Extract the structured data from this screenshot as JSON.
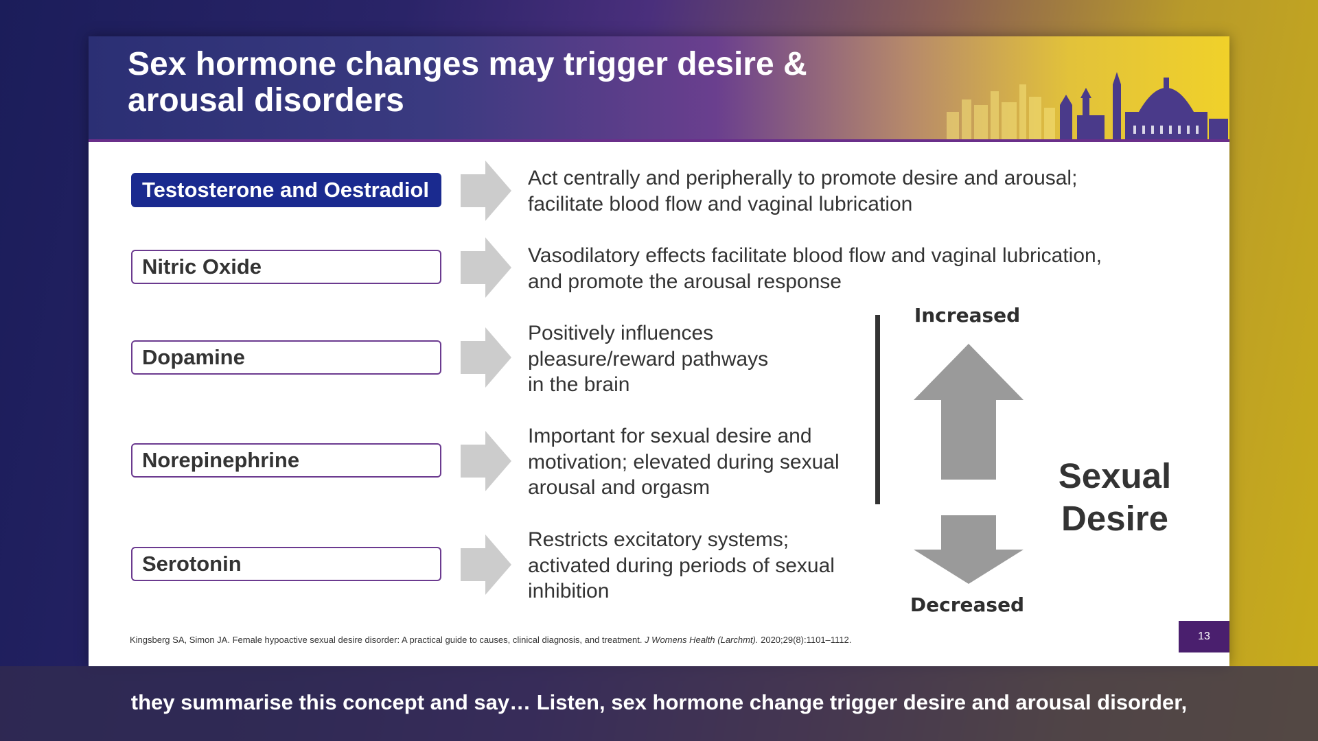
{
  "slide": {
    "title": "Sex hormone changes may trigger desire &\narousal disorders",
    "page_number": "13"
  },
  "rows": [
    {
      "label": "Testosterone and Oestradiol",
      "description": "Act centrally and peripherally to promote desire and arousal;\nfacilitate blood flow and vaginal lubrication"
    },
    {
      "label": "Nitric Oxide",
      "description": "Vasodilatory effects facilitate blood flow and vaginal lubrication,\nand promote the arousal response"
    },
    {
      "label": "Dopamine",
      "description": "Positively influences\npleasure/reward pathways\nin the brain"
    },
    {
      "label": "Norepinephrine",
      "description": "Important for sexual desire and\nmotivation; elevated during sexual\narousal and orgasm"
    },
    {
      "label": "Serotonin",
      "description": "Restricts excitatory systems;\nactivated during periods of sexual\ninhibition"
    }
  ],
  "desire_panel": {
    "increased_label": "Increased",
    "decreased_label": "Decreased",
    "title": "Sexual\nDesire"
  },
  "reference": {
    "text_before": "Kingsberg SA, Simon JA. Female hypoactive sexual desire disorder: A practical guide to causes, clinical diagnosis, and treatment. ",
    "journal": "J Womens Health (Larchmt).",
    "text_after": " 2020;29(8):1101–1112."
  },
  "subtitle": "they summarise this concept and say… Listen, sex hormone change trigger desire and arousal disorder,",
  "colors": {
    "header_accent": "#6a2f8a",
    "primary_box": "#1a2a8f",
    "arrow_gray": "#cccccc",
    "big_arrow_gray": "#9a9a9a",
    "page_badge": "#4a1f6e"
  }
}
